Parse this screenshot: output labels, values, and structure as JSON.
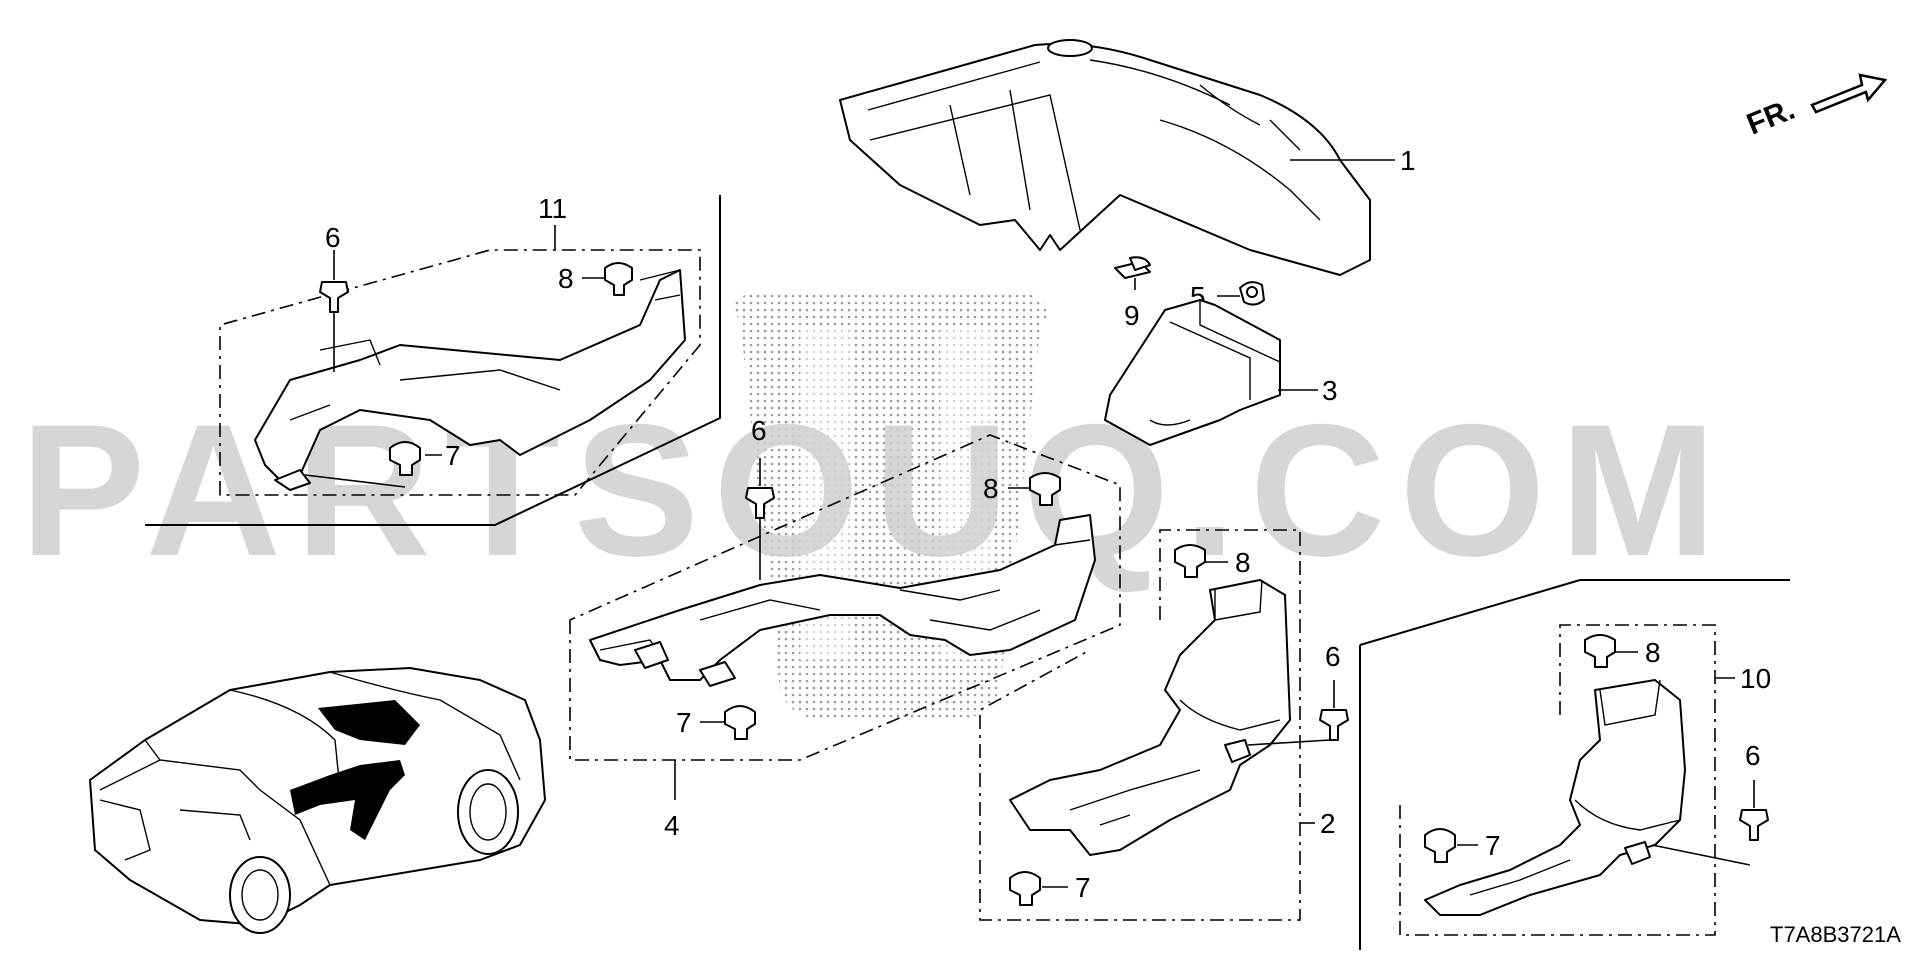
{
  "diagram": {
    "watermark": "PARTSOUQ.COM",
    "code": "T7A8B3721A",
    "direction": "FR.",
    "parts": [
      {
        "key": "p1",
        "label": "1"
      },
      {
        "key": "p2",
        "label": "2"
      },
      {
        "key": "p3",
        "label": "3"
      },
      {
        "key": "p4",
        "label": "4"
      },
      {
        "key": "p5",
        "label": "5"
      },
      {
        "key": "p6a",
        "label": "6"
      },
      {
        "key": "p6b",
        "label": "6"
      },
      {
        "key": "p6c",
        "label": "6"
      },
      {
        "key": "p6d",
        "label": "6"
      },
      {
        "key": "p7a",
        "label": "7"
      },
      {
        "key": "p7b",
        "label": "7"
      },
      {
        "key": "p7c",
        "label": "7"
      },
      {
        "key": "p7d",
        "label": "7"
      },
      {
        "key": "p8a",
        "label": "8"
      },
      {
        "key": "p8b",
        "label": "8"
      },
      {
        "key": "p8c",
        "label": "8"
      },
      {
        "key": "p8d",
        "label": "8"
      },
      {
        "key": "p9",
        "label": "9"
      },
      {
        "key": "p10",
        "label": "10"
      },
      {
        "key": "p11",
        "label": "11"
      }
    ]
  }
}
